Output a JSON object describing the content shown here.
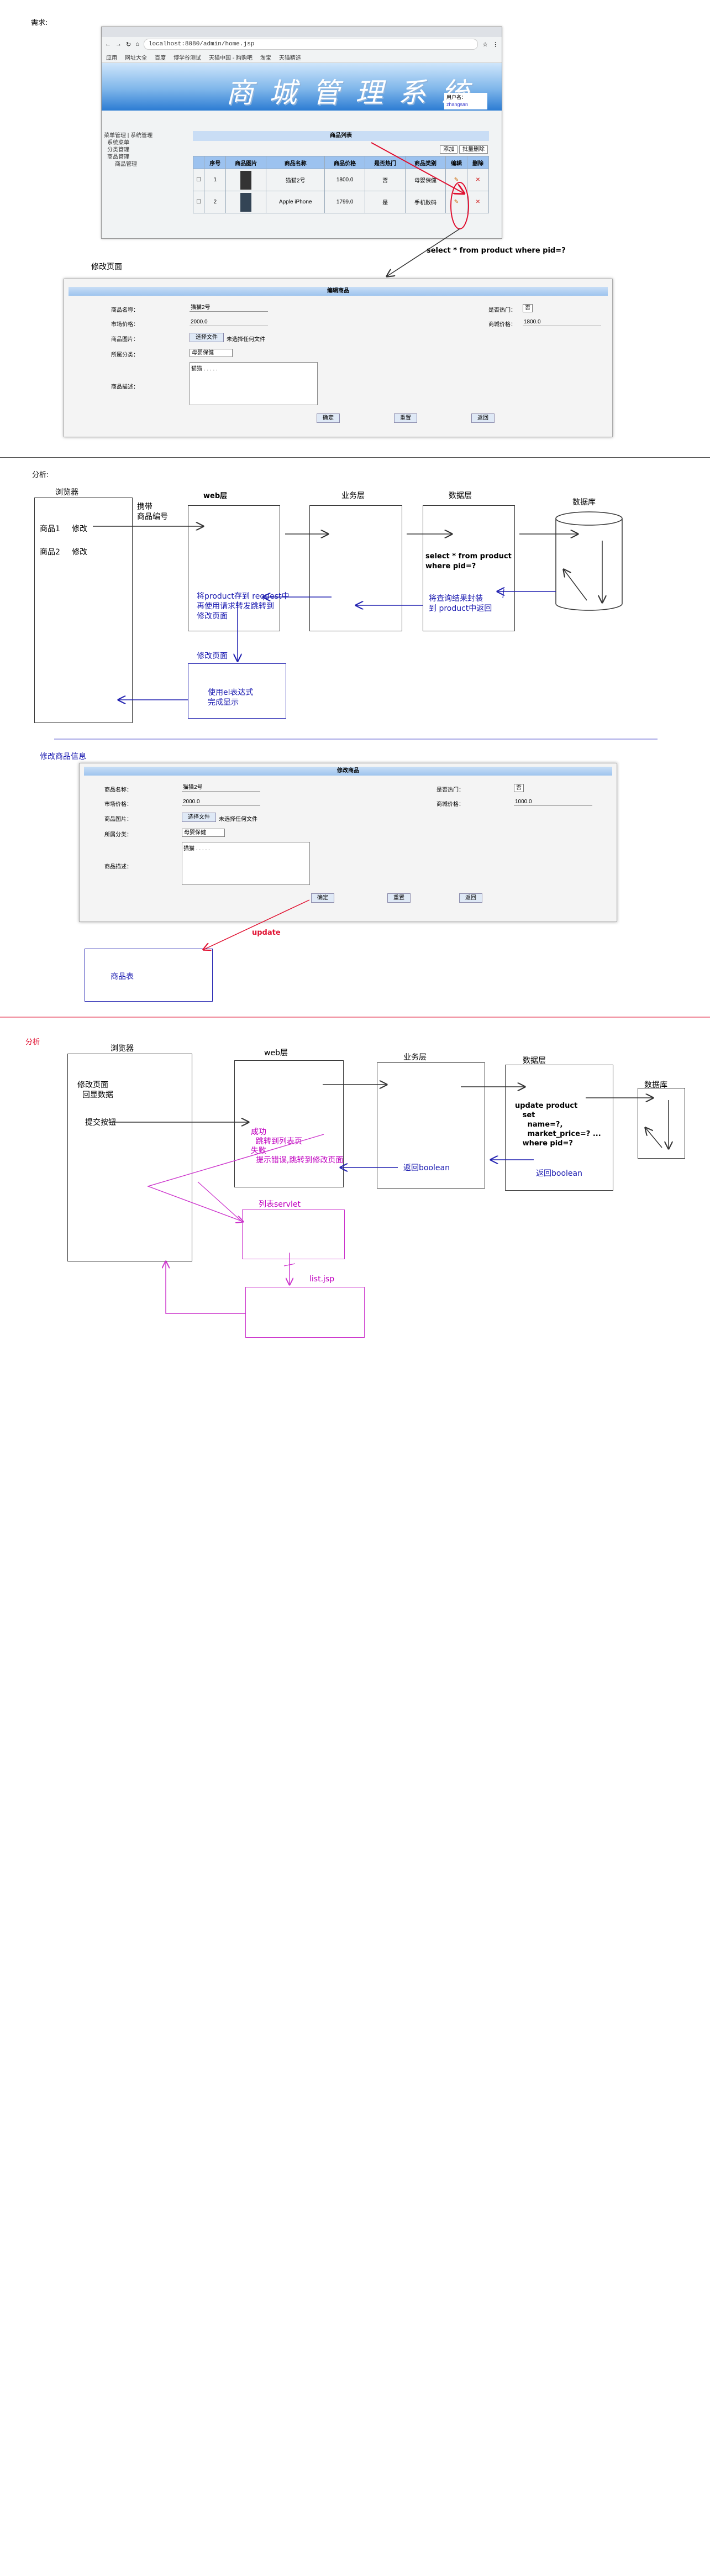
{
  "labels": {
    "requirement": "需求:",
    "edit_page": "修改页面",
    "analysis1": "分析:",
    "modify_product_info": "修改商品信息",
    "analysis2": "分析"
  },
  "browser": {
    "url": "localhost:8080/admin/home.jsp",
    "bookmarks": [
      "应用",
      "网址大全",
      "百度",
      "博学谷测试",
      "天猫中国 - 购购吧",
      "淘宝",
      "天猫精选"
    ],
    "banner_title": "商城管理系统",
    "user_label": "用户名：",
    "username": "zhangsan",
    "sidebar": [
      "菜单管理 | 系统管理",
      "系统菜单",
      "分类管理",
      "商品管理",
      "商品管理"
    ],
    "list_title": "商品列表",
    "btn_add": "添加",
    "btn_batch_delete": "批量删除",
    "columns": [
      "",
      "序号",
      "商品图片",
      "商品名称",
      "商品价格",
      "是否热门",
      "商品类别",
      "编辑",
      "删除"
    ],
    "rows": [
      [
        "",
        "1",
        "",
        "猫猫2号",
        "1800.0",
        "否",
        "母婴保健",
        "✎",
        "✕"
      ],
      [
        "",
        "2",
        "",
        "Apple iPhone",
        "1799.0",
        "是",
        "手机数码",
        "✎",
        "✕"
      ]
    ]
  },
  "sql_select": "select * from product where pid=?",
  "form1": {
    "title": "编辑商品",
    "name_label": "商品名称：",
    "name": "猫猫2号",
    "hot_label": "是否热门：",
    "hot": "否",
    "market_label": "市场价格：",
    "market": "2000.0",
    "shop_label": "商城价格：",
    "shop": "1800.0",
    "image_label": "商品图片：",
    "choose_file": "选择文件",
    "no_file": "未选择任何文件",
    "category_label": "所属分类：",
    "category": "母婴保健",
    "desc_label": "商品描述：",
    "desc": "猫猫 . . . . .",
    "btn_confirm": "确定",
    "btn_reset": "重置",
    "btn_back": "返回"
  },
  "form2": {
    "title": "修改商品",
    "name_label": "商品名称：",
    "name": "猫猫2号",
    "hot_label": "是否热门：",
    "hot": "否",
    "market_label": "市场价格：",
    "market": "2000.0",
    "shop_label": "商城价格：",
    "shop": "1000.0",
    "image_label": "商品图片：",
    "choose_file": "选择文件",
    "no_file": "未选择任何文件",
    "category_label": "所属分类：",
    "category": "母婴保健",
    "desc_label": "商品描述：",
    "desc": "猫猫 . . . . .",
    "btn_confirm": "确定",
    "btn_reset": "重置",
    "btn_back": "返回"
  },
  "diagram1": {
    "browser": "浏览器",
    "item1": "商品1",
    "edit1": "修改",
    "item2": "商品2",
    "edit2": "修改",
    "carry_id": "携带\n商品编号",
    "web": "web层",
    "service": "业务层",
    "dao": "数据层",
    "db": "数据库",
    "sql": "select * from product\nwhere pid=?",
    "encapsulate": "将查询结果封装\n到 product中返回",
    "store_forward": "将product存到 request中\n再使用请求转发跳转到\n修改页面",
    "edit_page": "修改页面",
    "el_display": "使用el表达式\n完成显示"
  },
  "update_label": "update",
  "product_table": "商品表",
  "diagram2": {
    "browser": "浏览器",
    "edit_page": "修改页面\n  回显数据",
    "submit": "提交按钮",
    "web": "web层",
    "service": "业务层",
    "dao": "数据层",
    "db": "数据库",
    "sql": "update product\n   set\n     name=?,\n     market_price=? ...\n   where pid=?",
    "return_bool1": "返回boolean",
    "return_bool2": "返回boolean",
    "result": "成功\n  跳转到列表页\n失败\n  提示错误,跳转到修改页面",
    "list_servlet": "列表servlet",
    "list_jsp": "list.jsp"
  },
  "colors": {
    "blue": "#1a1ab0",
    "magenta": "#c000c0",
    "red": "#e01030"
  }
}
